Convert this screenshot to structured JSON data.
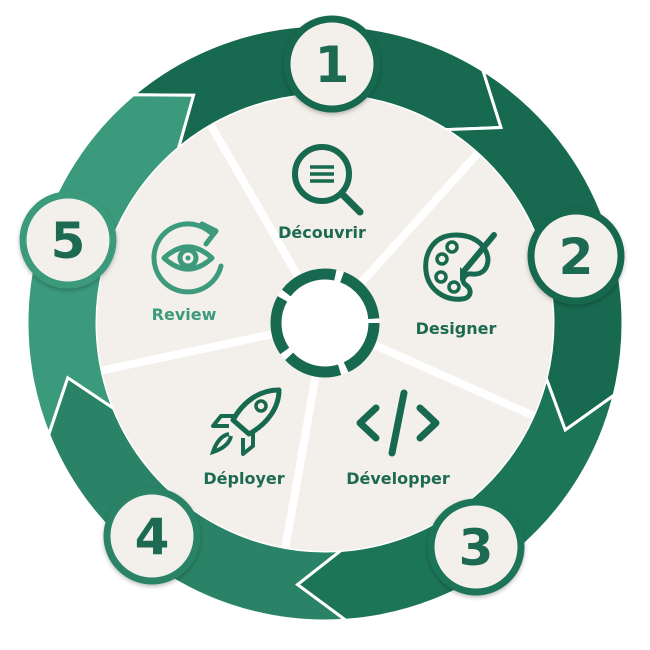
{
  "diagram": {
    "steps": [
      {
        "number": "1",
        "label": "Découvrir",
        "icon": "magnifier-document-icon",
        "color": "#17694f"
      },
      {
        "number": "2",
        "label": "Designer",
        "icon": "paint-palette-icon",
        "color": "#17694f"
      },
      {
        "number": "3",
        "label": "Développer",
        "icon": "code-brackets-icon",
        "color": "#1d7558"
      },
      {
        "number": "4",
        "label": "Déployer",
        "icon": "rocket-icon",
        "color": "#2a8366"
      },
      {
        "number": "5",
        "label": "Review",
        "icon": "eye-refresh-icon",
        "color": "#3b9a7c"
      }
    ],
    "colors": {
      "ring_dark": "#126349",
      "ring_light": "#3d9d7e",
      "segment_fill": "#f3efeb",
      "segment_divider": "#ffffff",
      "badge_fill": "#f3efeb",
      "badge_border": "#17694f",
      "number_text": "#1c6a51",
      "icon_color": "#17694f",
      "label_text": "#1c6a51",
      "review_color": "#3d9a7c"
    }
  }
}
